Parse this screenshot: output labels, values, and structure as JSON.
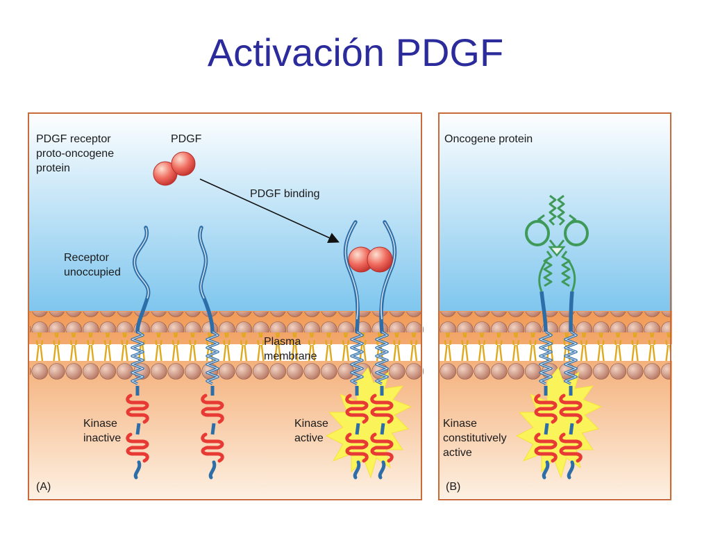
{
  "title": "Activación PDGF",
  "panel_a": {
    "panel_label": "(A)",
    "receptor_title": [
      "PDGF receptor",
      "proto-oncogene",
      "protein"
    ],
    "ligand_label": "PDGF",
    "binding_label": "PDGF binding",
    "receptor_state": [
      "Receptor",
      "unoccupied"
    ],
    "membrane_label": [
      "Plasma",
      "membrane"
    ],
    "kinase_inactive": [
      "Kinase",
      "inactive"
    ],
    "kinase_active": [
      "Kinase",
      "active"
    ]
  },
  "panel_b": {
    "panel_label": "(B)",
    "oncogene_label": "Oncogene protein",
    "kinase_label": [
      "Kinase",
      "constitutively",
      "active"
    ]
  },
  "colors": {
    "title": "#2b2b9c",
    "extracellular": "#7fc6ee",
    "cytoplasm": "#f19a56",
    "lipid_head": "#c98d78",
    "lipid_tail": "#e0a81c",
    "receptor_blue": "#2d6ea8",
    "kinase_red": "#e83a34",
    "pdgf_red": "#e8504a",
    "activation_glow": "#fbf35a",
    "oncogene_green": "#3f9a5a",
    "panel_border": "#c96a3a"
  }
}
